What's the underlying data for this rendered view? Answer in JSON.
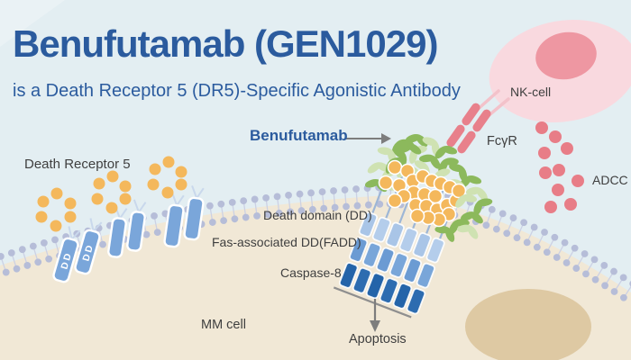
{
  "title": "Benufutamab (GEN1029)",
  "subtitle": "is a Death Receptor 5 (DR5)-Specific Agonistic Antibody",
  "labels": {
    "benufutamab": "Benufutamab",
    "death_receptor_5": "Death Receptor 5",
    "nk_cell": "NK-cell",
    "fc_gamma_r": "FcγR",
    "adcc": "ADCC",
    "death_domain": "Death domain (DD)",
    "fadd": "Fas-associated DD(FADD)",
    "caspase_8": "Caspase-8",
    "mm_cell": "MM cell",
    "apoptosis": "Apoptosis",
    "receptor_dd_text": "DD"
  },
  "colors": {
    "background": "#e3eef2",
    "title_blue": "#2b5b9e",
    "label_dark": "#3f3f3f",
    "arrow_gray": "#7d7d7d",
    "tumor_cell": "#f1e8d6",
    "tumor_nucleus": "#dcc7a0",
    "membrane_head": "#b6bdd8",
    "membrane_tail": "#ccd1e4",
    "nk_cell_body": "#f9d9df",
    "nk_cell_nucleus": "#ee97a2",
    "fc_gamma_pink": "#e8808b",
    "adcc_dot": "#e87d87",
    "receptor_blue": "#7aa6da",
    "receptor_outline": "#ffffff",
    "dd_row_light": "#a9c5e7",
    "fadd_row_medium": "#6b9bd3",
    "caspase_row_dark": "#2464a9",
    "stem_blue": "#9db6d6",
    "ligand_orange": "#f4b85c",
    "antibody_green": "#8cb95c",
    "antibody_green_light": "#cfe2b2"
  }
}
